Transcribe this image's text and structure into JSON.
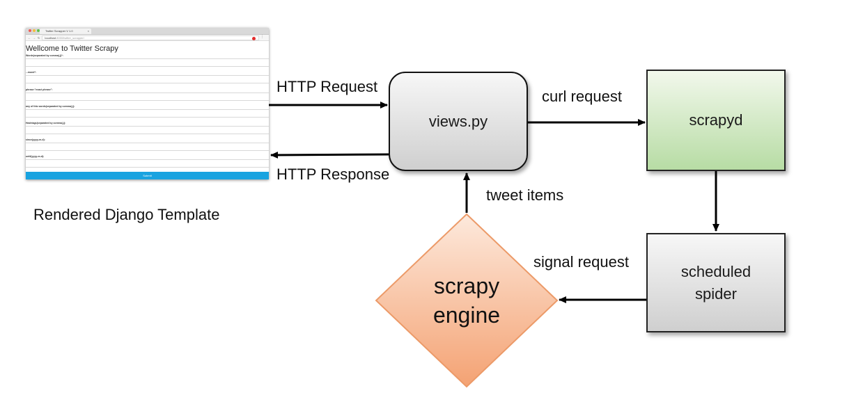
{
  "browser": {
    "tab_title": "Twitter Scrapper V 1.0",
    "tab_close": "×",
    "url_host": "localhost",
    "url_rest": ":8000/twitter_scrapper/",
    "heading": "Wellcome to Twitter Scrapy",
    "fields": [
      "Words(separated by comma(,))*:",
      "...mund*:",
      "phrase:\"exact phrase\":",
      "any of this words(separated by comma(,)):",
      "Hashtags(separated by comma(,)):",
      "since(yyyy-m-d):",
      "until(yyyy-m-d):"
    ],
    "submit_label": "Submit"
  },
  "caption": "Rendered Django Template",
  "nodes": {
    "views": "views.py",
    "scrapyd": "scrapyd",
    "spider_line1": "scheduled",
    "spider_line2": "spider",
    "engine_line1": "scrapy",
    "engine_line2": "engine"
  },
  "edges": {
    "http_request": "HTTP Request",
    "http_response": "HTTP Response",
    "curl_request": "curl request",
    "tweet_items": "tweet items",
    "signal_request": "signal request"
  },
  "colors": {
    "engine_fill_top": "#fde3d2",
    "engine_fill_bottom": "#f4a273",
    "engine_stroke": "#ec9a68",
    "arrow": "#000000",
    "submit": "#19a3e0"
  }
}
